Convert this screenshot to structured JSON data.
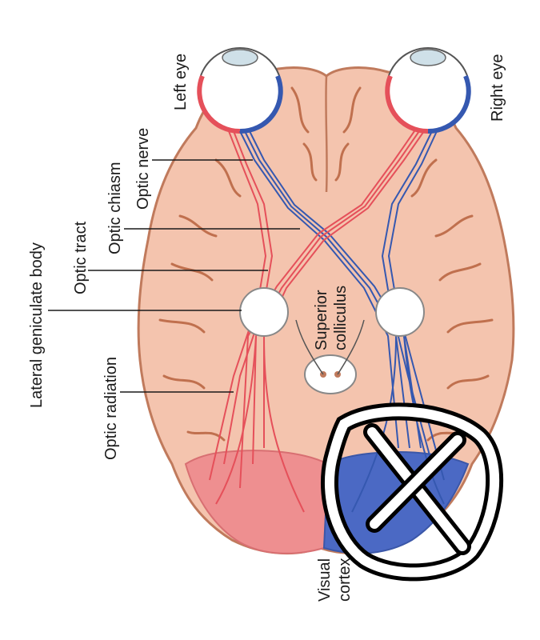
{
  "labels": {
    "left_eye": "Left eye",
    "right_eye": "Right eye",
    "optic_nerve": "Optic nerve",
    "optic_chiasm": "Optic chiasm",
    "optic_tract": "Optic tract",
    "lateral_geniculate_body": "Lateral geniculate body",
    "optic_radiation": "Optic radiation",
    "superior": "Superior",
    "colliculus": "colliculus",
    "visual": "Visual",
    "cortex": "cortex"
  },
  "colors": {
    "brain_fill": "#f4c4ae",
    "brain_stroke": "#c07a5c",
    "sulci": "#c0704e",
    "left_pathway": "#e5505a",
    "right_pathway": "#3558b0",
    "left_cortex": "#ee8f90",
    "right_cortex": "#4b69c4"
  },
  "icons": {
    "overlay_mark": "circled-x-mark"
  }
}
